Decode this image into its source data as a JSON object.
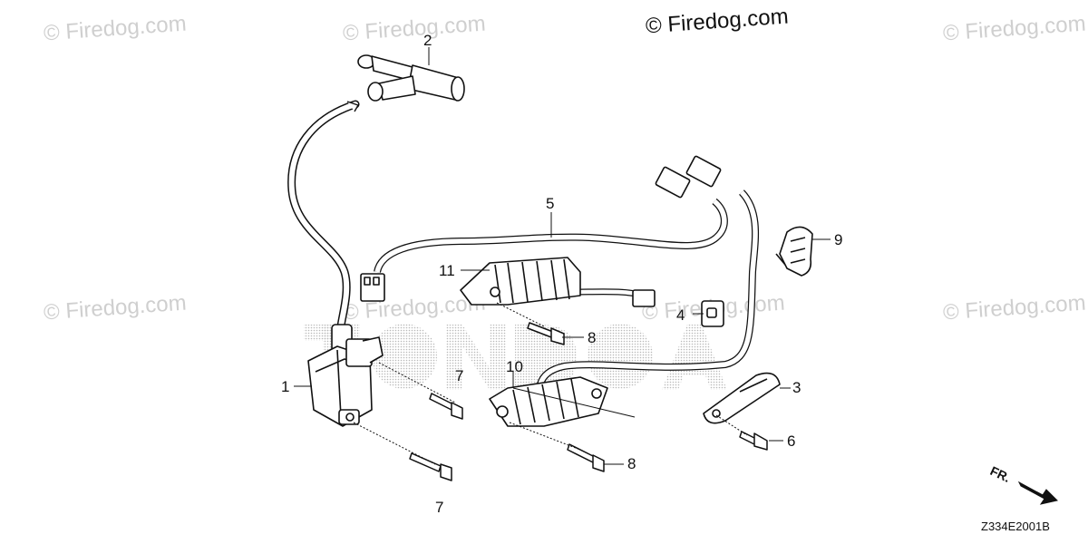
{
  "watermark": {
    "text": "© Firedog.com"
  },
  "callouts": {
    "c1": "1",
    "c2": "2",
    "c3": "3",
    "c4": "4",
    "c5": "5",
    "c6": "6",
    "c7a": "7",
    "c7b": "7",
    "c8a": "8",
    "c8b": "8",
    "c9": "9",
    "c10": "10",
    "c11": "11"
  },
  "direction_label": "FR.",
  "diagram_code": "Z334E2001B",
  "colors": {
    "line": "#111111",
    "watermark": "#cfcfcf",
    "background": "#ffffff"
  }
}
